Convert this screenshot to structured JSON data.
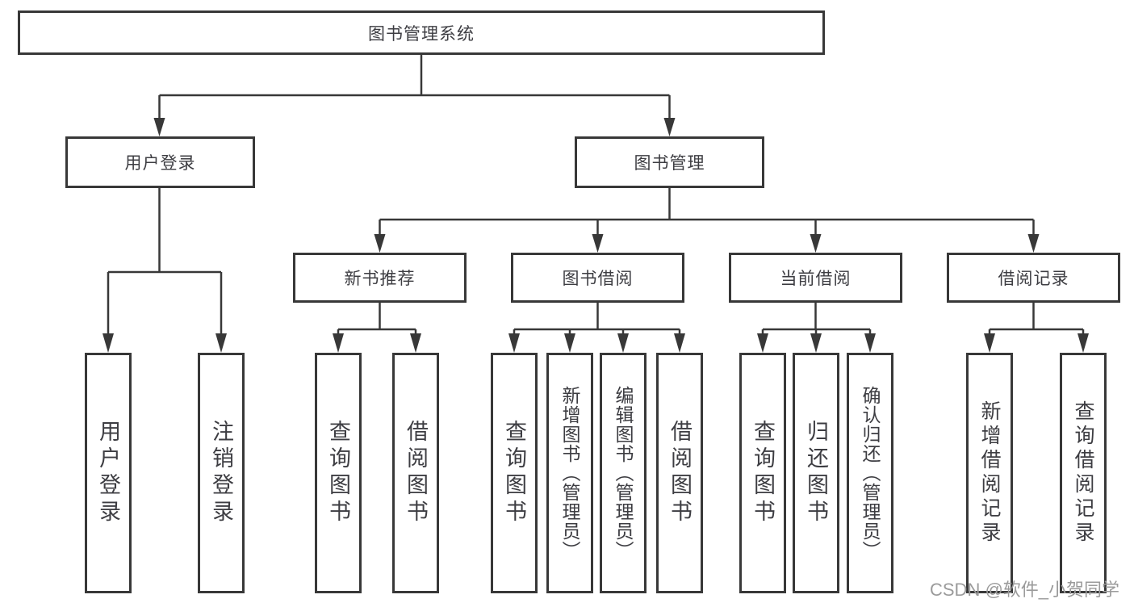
{
  "page": {
    "background": "#ffffff",
    "line_color": "#383838",
    "text_color": "#3d3d42",
    "watermark_color": "#9b9b9b"
  },
  "watermark": {
    "text": "CSDN @软件_小贺同学"
  },
  "tree": {
    "root": {
      "label": "图书管理系统"
    },
    "children": [
      {
        "label": "用户登录",
        "children": [
          {
            "label": "用户登录"
          },
          {
            "label": "注销登录"
          }
        ]
      },
      {
        "label": "图书管理",
        "children": [
          {
            "label": "新书推荐",
            "children": [
              {
                "label": "查询图书"
              },
              {
                "label": "借阅图书"
              }
            ]
          },
          {
            "label": "图书借阅",
            "children": [
              {
                "label": "查询图书"
              },
              {
                "label": "新增图书（管理员）"
              },
              {
                "label": "编辑图书（管理员）"
              },
              {
                "label": "借阅图书"
              }
            ]
          },
          {
            "label": "当前借阅",
            "children": [
              {
                "label": "查询图书"
              },
              {
                "label": "归还图书"
              },
              {
                "label": "确认归还（管理员）"
              }
            ]
          },
          {
            "label": "借阅记录",
            "children": [
              {
                "label": "新增借阅记录"
              },
              {
                "label": "查询借阅记录"
              }
            ]
          }
        ]
      }
    ]
  }
}
